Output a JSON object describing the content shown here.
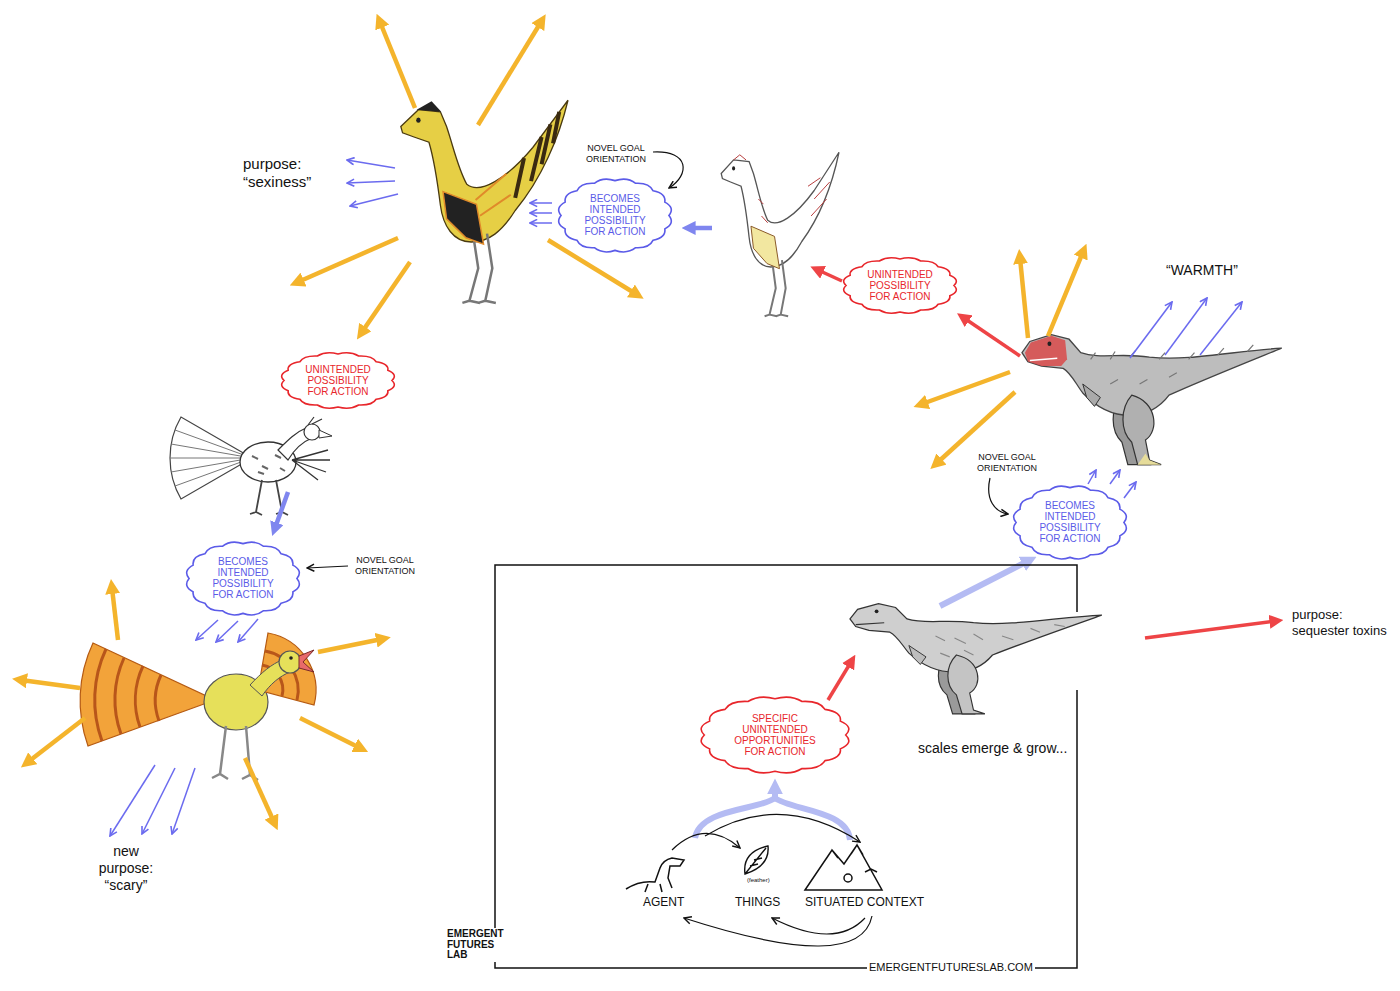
{
  "diagram": {
    "nodes": [
      {
        "text": [
          "EMERGENT FUTURES LAB",
          "EMERGENTFUTURESLAB.COM"
        ]
      },
      {
        "text": [
          "SPECIFIC UNINTENDED OPPORTUNITIES FOR ACTION"
        ],
        "in": 0
      },
      {
        "text": [
          "BECOMES INTENDED POSSIBILITY FOR ACTION"
        ]
      },
      {
        "text": [
          "UNINTENDED POSSIBILITY FOR ACTION"
        ]
      },
      {
        "text": [
          "BECOMES INTENDED POSSIBILITY FOR ACTION"
        ]
      },
      {
        "text": [
          "UNINTENDED POSSIBILITY FOR ACTION"
        ]
      },
      {
        "text": [
          "BECOMES INTENDED POSSIBILITY FOR ACTION"
        ]
      }
    ],
    "labels": [
      "purpose: “sexiness”",
      "NOVEL GOAL ORIENTATION",
      "“WARMTH”",
      "NOVEL GOAL ORIENTATION",
      "purpose: sequester toxins",
      "scales emerge & grow...",
      "AGENT",
      "(feather)",
      "THINGS",
      "SITUATED CONTEXT",
      "NOVEL GOAL ORIENTATION",
      "new purpose: “scary”"
    ]
  }
}
